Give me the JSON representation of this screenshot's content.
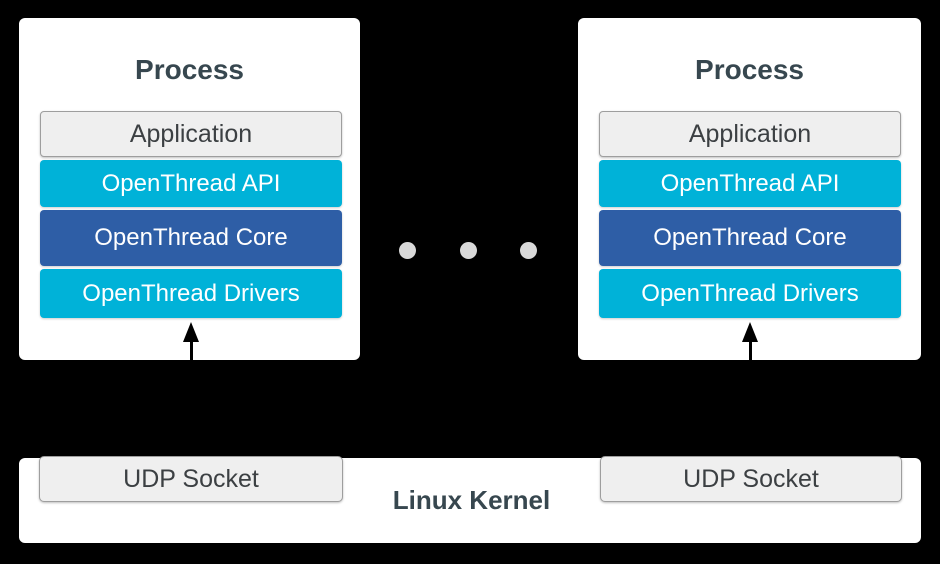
{
  "colors": {
    "background": "#000000",
    "cyan": "#00b2d8",
    "dark_blue": "#2e5ea6",
    "box_gray_fill": "#efefef",
    "box_gray_border": "#9e9e9e",
    "heading_text": "#37474f",
    "dot_gray": "#d9d9d9",
    "white": "#ffffff"
  },
  "processes": [
    {
      "title": "Process",
      "layers": [
        {
          "label": "Application"
        },
        {
          "label": "OpenThread API"
        },
        {
          "label": "OpenThread Core"
        },
        {
          "label": "OpenThread Drivers"
        }
      ]
    },
    {
      "title": "Process",
      "layers": [
        {
          "label": "Application"
        },
        {
          "label": "OpenThread API"
        },
        {
          "label": "OpenThread Core"
        },
        {
          "label": "OpenThread Drivers"
        }
      ]
    }
  ],
  "kernel": {
    "label": "Linux Kernel",
    "sockets": [
      {
        "label": "UDP Socket"
      },
      {
        "label": "UDP Socket"
      }
    ]
  }
}
